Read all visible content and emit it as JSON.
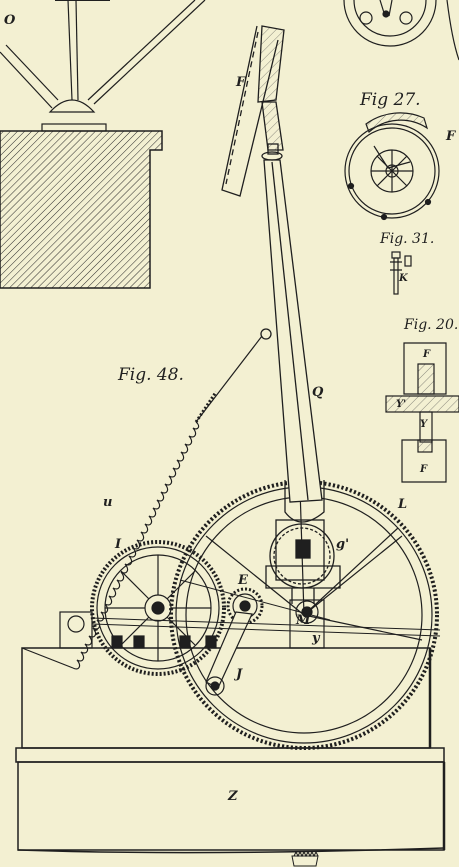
{
  "plate": {
    "paper_color": "#f3f0d2",
    "ink_color": "#1f1f1f",
    "figure_titles": {
      "fig48": "Fig. 48.",
      "fig27": "Fig 27.",
      "fig31": "Fig. 31.",
      "fig20": "Fig. 20."
    },
    "letters": {
      "O": "O",
      "F": "F",
      "Q": "Q",
      "u": "u",
      "L": "L",
      "I": "I",
      "E": "E",
      "g1": "g'",
      "M": "M",
      "y": "y",
      "J": "J",
      "Z": "Z",
      "K": "K",
      "Fa": "F",
      "Fb": "F",
      "Y1": "Y'",
      "Y": "Y",
      "Fedge": "F"
    }
  }
}
